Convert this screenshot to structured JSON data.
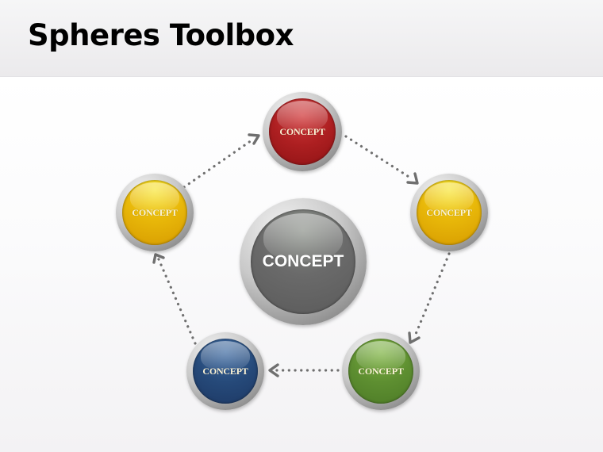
{
  "slide": {
    "title": "Spheres Toolbox"
  },
  "diagram": {
    "type": "cycle",
    "center": {
      "label": "CONCEPT",
      "color": "#5e5e5e",
      "color_light": "#8a8f88"
    },
    "nodes": [
      {
        "id": "top",
        "label": "CONCEPT",
        "color": "#a01618",
        "color_light": "#d13b3c"
      },
      {
        "id": "right",
        "label": "CONCEPT",
        "color": "#dea300",
        "color_light": "#f7e42a"
      },
      {
        "id": "bottom-right",
        "label": "CONCEPT",
        "color": "#4f7f2b",
        "color_light": "#7fb443"
      },
      {
        "id": "bottom-left",
        "label": "CONCEPT",
        "color": "#1f3e6a",
        "color_light": "#3e6aa1"
      },
      {
        "id": "left",
        "label": "CONCEPT",
        "color": "#dea300",
        "color_light": "#f7e42a"
      }
    ],
    "flow": [
      "top -> right",
      "right -> bottom-right",
      "bottom-right -> bottom-left",
      "bottom-left -> left",
      "left -> top"
    ],
    "arrow_color": "#6f6f6f"
  }
}
